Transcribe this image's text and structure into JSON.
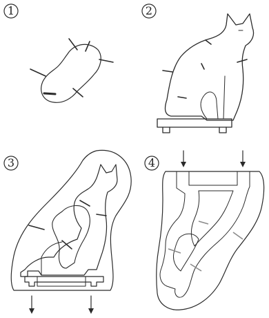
{
  "steps": [
    {
      "label": "1"
    },
    {
      "label": "2"
    },
    {
      "label": "3"
    },
    {
      "label": "4"
    }
  ],
  "colors": {
    "ink": "#2a2a2a",
    "mold_gray": "#a9a9a9",
    "cavity": "#ffffff",
    "metal": "#1c1c1c"
  },
  "icons": [
    "wax-core-figure",
    "cat-model",
    "mold-cross-section",
    "filled-mold"
  ]
}
